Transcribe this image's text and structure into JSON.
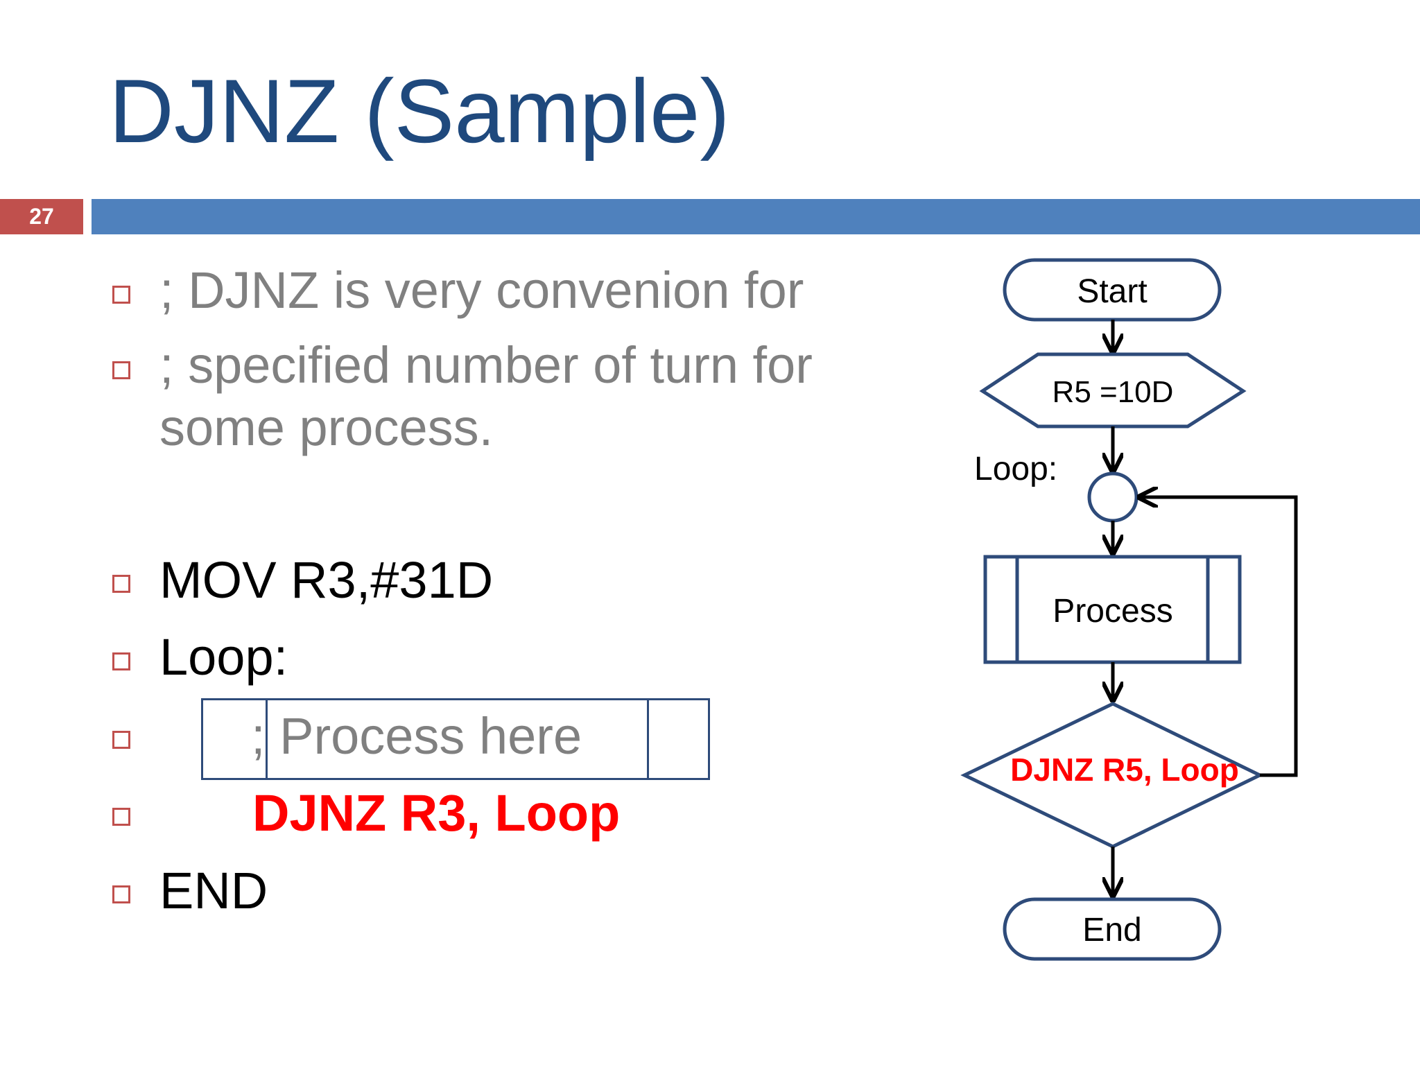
{
  "slide": {
    "title": "DJNZ (Sample)",
    "number": "27"
  },
  "bullets": [
    {
      "text": "; DJNZ is very convenion for"
    },
    {
      "text": "; specified number of turn for"
    },
    {
      "text": "some process."
    },
    {
      "text": "MOV R3,#31D"
    },
    {
      "text": "Loop:"
    },
    {
      "text": "; Process here"
    },
    {
      "text": "DJNZ R3, Loop"
    },
    {
      "text": "END"
    }
  ],
  "flowchart": {
    "start": "Start",
    "init": "R5 =10D",
    "loop_label": "Loop:",
    "process": "Process",
    "decision": "DJNZ R5, Loop",
    "end": "End"
  },
  "colors": {
    "title": "#1f497d",
    "accent_bar": "#4f81bd",
    "slide_number_bg": "#c0504d",
    "bullet_border": "#c0504d",
    "gray_text": "#808080",
    "highlight": "#ff0000",
    "shape_stroke": "#2e4b7a"
  }
}
